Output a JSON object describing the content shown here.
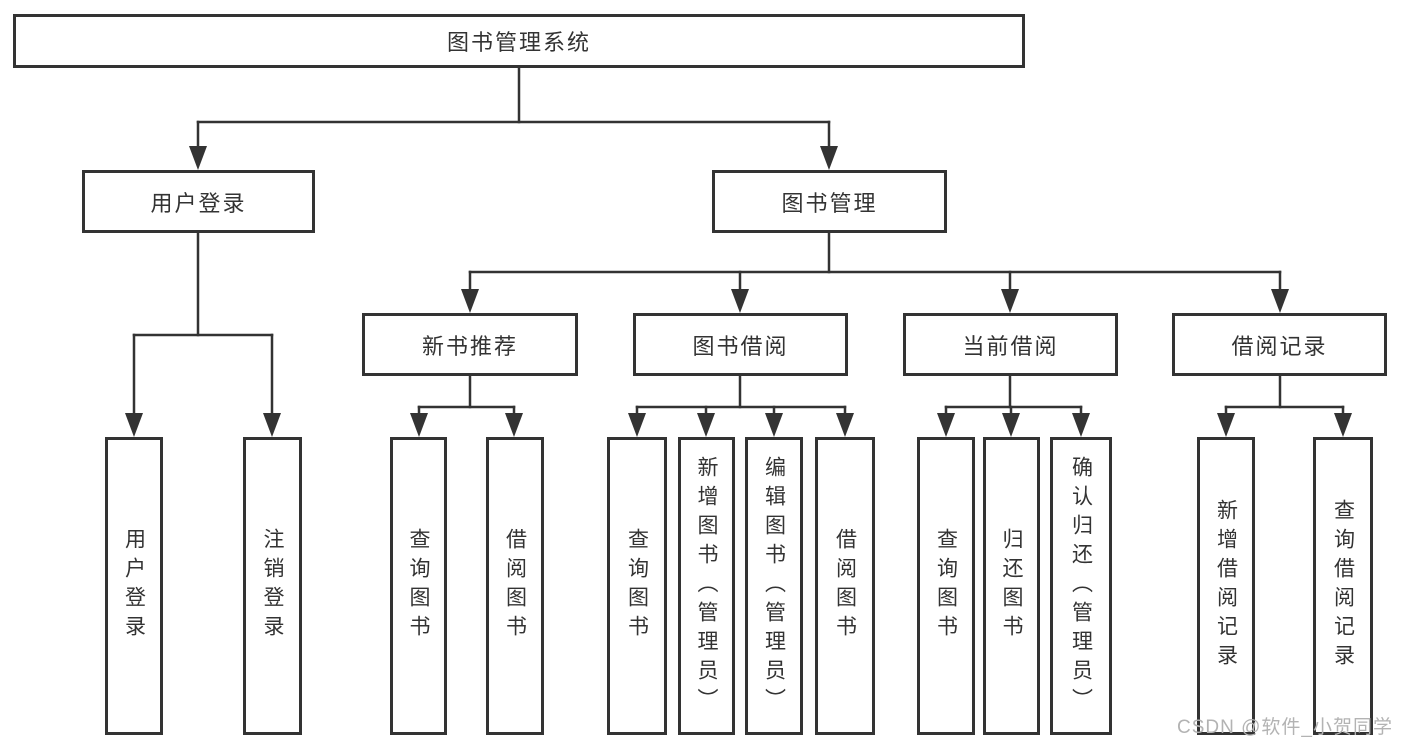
{
  "diagram": {
    "title": "图书管理系统",
    "tree": {
      "root": {
        "label": "图书管理系统"
      },
      "branches": [
        {
          "label": "用户登录",
          "children": [
            {
              "label": "用户登录"
            },
            {
              "label": "注销登录"
            }
          ]
        },
        {
          "label": "图书管理",
          "groups": [
            {
              "label": "新书推荐",
              "children": [
                {
                  "label": "查询图书"
                },
                {
                  "label": "借阅图书"
                }
              ]
            },
            {
              "label": "图书借阅",
              "children": [
                {
                  "label": "查询图书"
                },
                {
                  "label": "新增图书（管理员）"
                },
                {
                  "label": "编辑图书（管理员）"
                },
                {
                  "label": "借阅图书"
                }
              ]
            },
            {
              "label": "当前借阅",
              "children": [
                {
                  "label": "查询图书"
                },
                {
                  "label": "归还图书"
                },
                {
                  "label": "确认归还（管理员）"
                }
              ]
            },
            {
              "label": "借阅记录",
              "children": [
                {
                  "label": "新增借阅记录"
                },
                {
                  "label": "查询借阅记录"
                }
              ]
            }
          ]
        }
      ]
    },
    "colors": {
      "line": "#333333",
      "text": "#333333",
      "box_background": "#ffffff",
      "watermark": "#b3b3b3"
    }
  },
  "watermark": {
    "text": "CSDN @软件_小贺同学"
  }
}
